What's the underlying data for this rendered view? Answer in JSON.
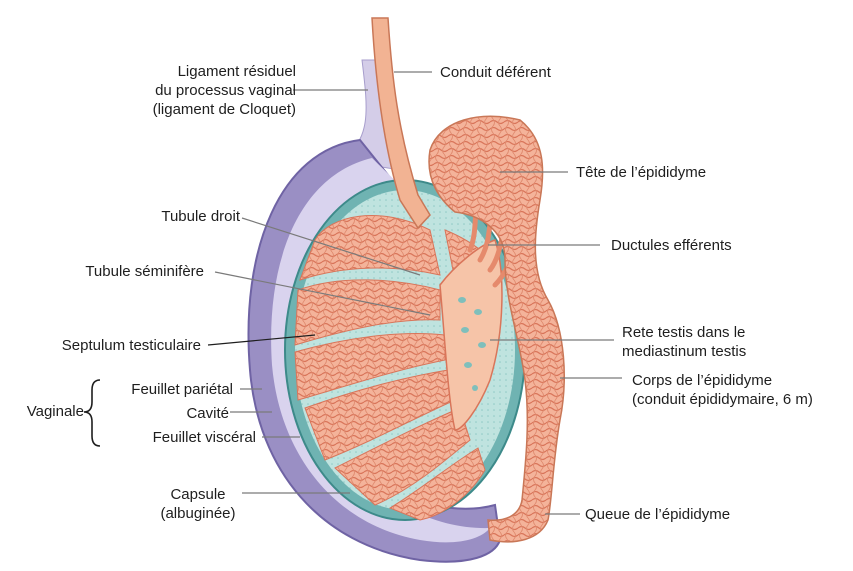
{
  "labels": {
    "ligament_residuel": [
      "Ligament résiduel",
      "du processus vaginal",
      "(ligament de Cloquet)"
    ],
    "conduit_deferent": "Conduit déférent",
    "tete_epididyme": "Tête de l’épididyme",
    "tubule_droit": "Tubule droit",
    "ductules_efferents": "Ductules efférents",
    "tubule_seminifere": "Tubule séminifère",
    "rete_testis": [
      "Rete testis dans le",
      "mediastinum testis"
    ],
    "septulum": "Septulum testiculaire",
    "corps_epididyme": [
      "Corps de l’épididyme",
      "(conduit épididymaire, 6 m)"
    ],
    "vaginale": "Vaginale",
    "feuillet_parietal": "Feuillet pariétal",
    "cavite": "Cavité",
    "feuillet_visceral": "Feuillet viscéral",
    "capsule": [
      "Capsule",
      "(albuginée)"
    ],
    "queue_epididyme": "Queue de l’épididyme"
  },
  "colors": {
    "tunica_outer": "#9a8fc4",
    "tunica_inner": "#d9d3ee",
    "capsule": "#6fb3b2",
    "lobule_bg": "#bfe3df",
    "tubule": "#f2a98e",
    "tubule_edge": "#d9755a",
    "leader": "#7a7a7a"
  },
  "icons": {
    "brace": "left-curly-brace"
  }
}
